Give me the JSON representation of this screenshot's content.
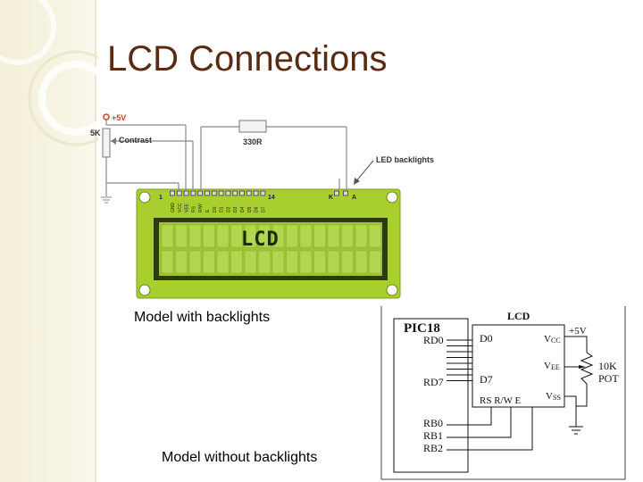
{
  "slide": {
    "title": "LCD Connections",
    "caption_backlight": "Model with backlights",
    "caption_no_backlight": "Model without backlights"
  },
  "backlight_diagram": {
    "supply": "+5V",
    "pot": "5K",
    "contrast": "Contrast",
    "resistor": "330R",
    "backlight_note": "LED backlights",
    "pin_first": "1",
    "pin_last": "14",
    "pin_k": "K",
    "pin_a": "A",
    "pin_names": [
      "GND",
      "VCC",
      "VEE",
      "RS",
      "R/W",
      "E",
      "D0",
      "D1",
      "D2",
      "D3",
      "D4",
      "D5",
      "D6",
      "D7"
    ],
    "display_text": "LCD"
  },
  "schematic": {
    "mcu": "PIC18",
    "lcd": "LCD",
    "rd0": "RD0",
    "rd7": "RD7",
    "d0": "D0",
    "d7": "D7",
    "vcc": "V",
    "vcc_sub": "CC",
    "vee": "V",
    "vee_sub": "EE",
    "vss": "V",
    "vss_sub": "SS",
    "supply": "+5V",
    "pot_value": "10K",
    "pot_type": "POT",
    "ctrl": "RS  R/W  E",
    "rb0": "RB0",
    "rb1": "RB1",
    "rb2": "RB2"
  },
  "colors": {
    "title": "#5a2a12",
    "pcb_green": "#a8cf2e",
    "lcd_green": "#7fa82a",
    "supply_red": "#d23b2b"
  }
}
